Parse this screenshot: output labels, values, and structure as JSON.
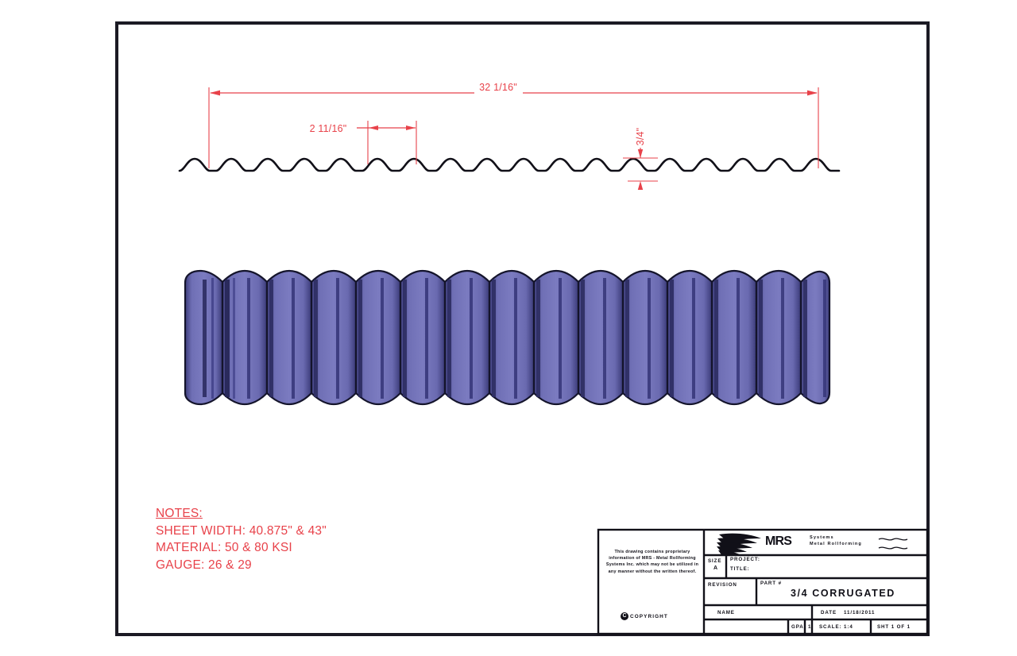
{
  "drawing": {
    "kind": "engineering-drawing",
    "border_color": "#1b1a24",
    "background": "#ffffff",
    "annotation_color": "#e8424a",
    "panel_color": "#6f6fb5",
    "panel_shade_color": "#2e2e63",
    "panel_outline_color": "#14142b"
  },
  "dimensions": {
    "overall_width": "32 1/16\"",
    "pitch": "2 11/16\"",
    "depth": "3/4\""
  },
  "notes": {
    "title": "NOTES:",
    "lines": [
      "SHEET WIDTH: 40.875\" & 43\"",
      "MATERIAL: 50 & 80 KSI",
      "GAUGE: 26 & 29"
    ],
    "line1": "SHEET WIDTH: 40.875\" & 43\"",
    "line2": "MATERIAL: 50 & 80 KSI",
    "line3": "GAUGE: 26 & 29"
  },
  "title_block": {
    "proprietary_notice": "This drawing contains proprietary information of MRS - Metal Rollforming Systems Inc. which may not be utilized in any manner without the written thereof.",
    "copyright_symbol": "C",
    "copyright_label": "COPYRIGHT",
    "logo": {
      "brand": "MRS",
      "sub_line1": "Systems",
      "sub_line2": "Metal Rollforming"
    },
    "fields": {
      "size_label": "SIZE",
      "size_value": "A",
      "project_label": "PROJECT:",
      "project_value": "",
      "title_label": "TITLE:",
      "title_value": "",
      "revision_label": "REVISION",
      "revision_value": "",
      "part_label": "PART #",
      "part_value": "3/4 CORRUGATED",
      "name_label": "NAME",
      "name_value": "",
      "date_label": "DATE",
      "date_value": "11/18/2011",
      "drawn_by_value": "GPA",
      "rev_number_value": "1",
      "scale_value": "SCALE: 1:4",
      "sheet_value": "SHT 1 OF 1"
    }
  }
}
